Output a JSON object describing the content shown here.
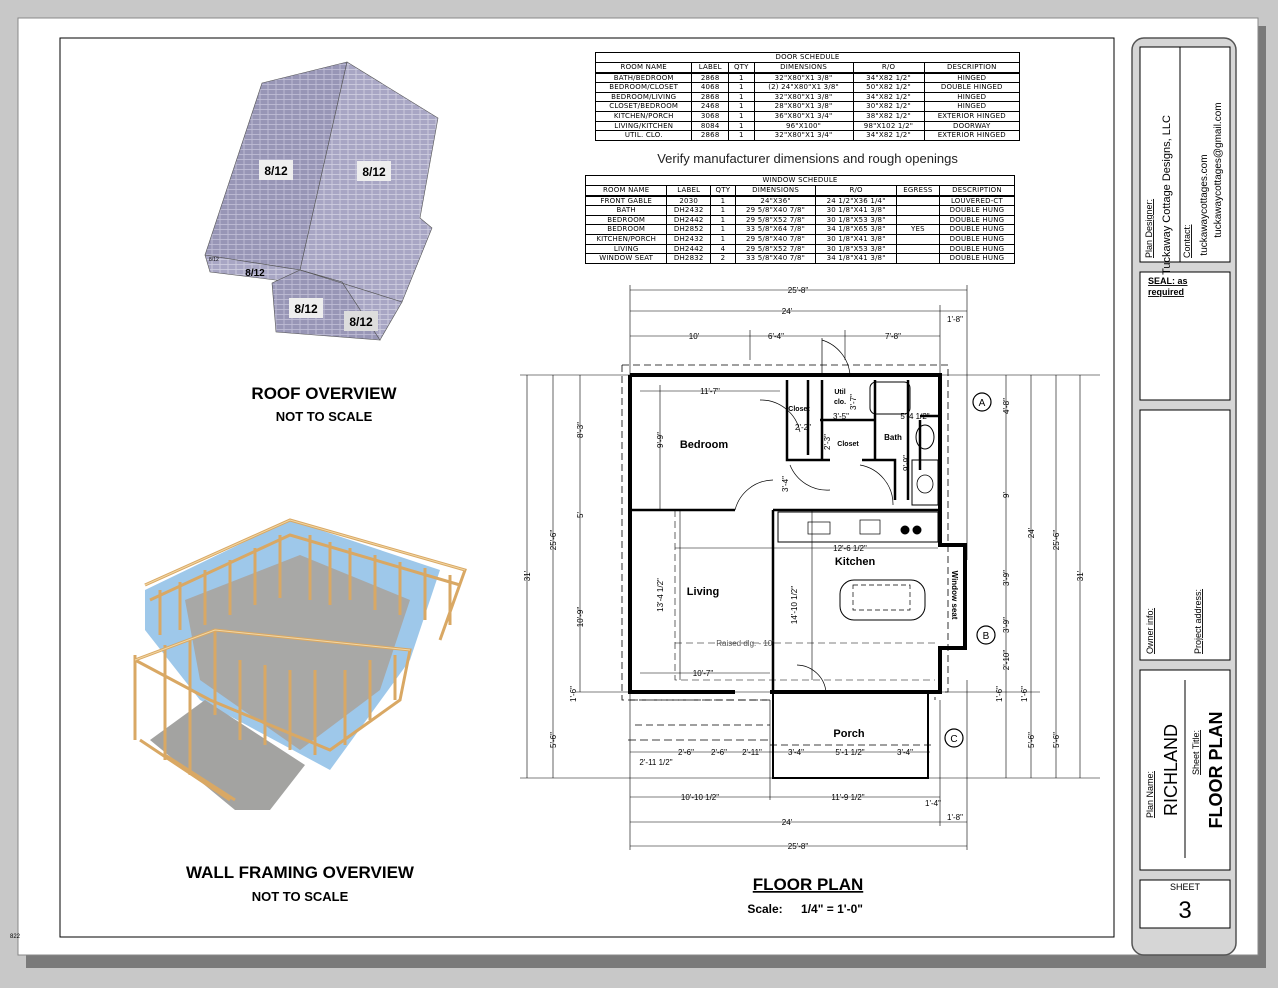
{
  "door_schedule": {
    "title": "DOOR SCHEDULE",
    "columns": [
      "ROOM NAME",
      "LABEL",
      "QTY",
      "DIMENSIONS",
      "R/O",
      "DESCRIPTION"
    ],
    "rows": [
      [
        "BATH/BEDROOM",
        "2868",
        "1",
        "32\"X80\"X1 3/8\"",
        "34\"X82 1/2\"",
        "HINGED"
      ],
      [
        "BEDROOM/CLOSET",
        "4068",
        "1",
        "(2) 24\"X80\"X1 3/8\"",
        "50\"X82 1/2\"",
        "DOUBLE HINGED"
      ],
      [
        "BEDROOM/LIVING",
        "2868",
        "1",
        "32\"X80\"X1 3/8\"",
        "34\"X82 1/2\"",
        "HINGED"
      ],
      [
        "CLOSET/BEDROOM",
        "2468",
        "1",
        "28\"X80\"X1 3/8\"",
        "30\"X82 1/2\"",
        "HINGED"
      ],
      [
        "KITCHEN/PORCH",
        "3068",
        "1",
        "36\"X80\"X1 3/4\"",
        "38\"X82 1/2\"",
        "EXTERIOR HINGED"
      ],
      [
        "LIVING/KITCHEN",
        "8084",
        "1",
        "96\"X100\"",
        "98\"X102 1/2\"",
        "DOORWAY"
      ],
      [
        "UTIL. CLO.",
        "2868",
        "1",
        "32\"X80\"X1 3/4\"",
        "34\"X82 1/2\"",
        "EXTERIOR HINGED"
      ]
    ]
  },
  "verify_note": "Verify manufacturer dimensions and rough openings",
  "window_schedule": {
    "title": "WINDOW SCHEDULE",
    "columns": [
      "ROOM NAME",
      "LABEL",
      "QTY",
      "DIMENSIONS",
      "R/O",
      "EGRESS",
      "DESCRIPTION"
    ],
    "rows": [
      [
        "FRONT GABLE",
        "2030",
        "1",
        "24\"X36\"",
        "24 1/2\"X36 1/4\"",
        "",
        "LOUVERED-CT"
      ],
      [
        "BATH",
        "DH2432",
        "1",
        "29 5/8\"X40 7/8\"",
        "30 1/8\"X41 3/8\"",
        "",
        "DOUBLE HUNG"
      ],
      [
        "BEDROOM",
        "DH2442",
        "1",
        "29 5/8\"X52 7/8\"",
        "30 1/8\"X53 3/8\"",
        "",
        "DOUBLE HUNG"
      ],
      [
        "BEDROOM",
        "DH2852",
        "1",
        "33 5/8\"X64 7/8\"",
        "34 1/8\"X65 3/8\"",
        "YES",
        "DOUBLE HUNG"
      ],
      [
        "KITCHEN/PORCH",
        "DH2432",
        "1",
        "29 5/8\"X40 7/8\"",
        "30 1/8\"X41 3/8\"",
        "",
        "DOUBLE HUNG"
      ],
      [
        "LIVING",
        "DH2442",
        "4",
        "29 5/8\"X52 7/8\"",
        "30 1/8\"X53 3/8\"",
        "",
        "DOUBLE HUNG"
      ],
      [
        "WINDOW SEAT",
        "DH2832",
        "2",
        "33 5/8\"X40 7/8\"",
        "34 1/8\"X41 3/8\"",
        "",
        "DOUBLE HUNG"
      ]
    ]
  },
  "roof": {
    "title": "ROOF OVERVIEW",
    "subtitle": "NOT TO SCALE",
    "pitch_labels": [
      "8/12",
      "8/12",
      "8/12",
      "8/12",
      "8/12",
      "8/12"
    ]
  },
  "framing": {
    "title": "WALL FRAMING OVERVIEW",
    "subtitle": "NOT TO SCALE"
  },
  "floor_plan": {
    "title": "FLOOR PLAN",
    "scale_label": "Scale:",
    "scale_value": "1/4\" = 1'-0\"",
    "rooms": {
      "bedroom": "Bedroom",
      "closet1": "Closet",
      "util": "Util",
      "util2": "clo.",
      "closet2": "Closet",
      "bath": "Bath",
      "kitchen": "Kitchen",
      "living": "Living",
      "porch": "Porch",
      "window_seat": "Window seat",
      "raised": "Raised dlg. - 10'"
    },
    "markers": [
      "A",
      "B",
      "C"
    ],
    "dims": {
      "top_overall": "25'-8\"",
      "top_24": "24'",
      "top_1_8": "1'-8\"",
      "top_10": "10'",
      "top_6_4": "6'-4\"",
      "top_7_8": "7'-8\"",
      "bot_10_10": "10'-10 1/2\"",
      "bot_11_9": "11'-9 1/2\"",
      "bot_1_4": "1'-4\"",
      "bot_24": "24'",
      "bot_1_8": "1'-8\"",
      "bot_overall": "25'-8\"",
      "l_31": "31'",
      "l_25_6": "25'-6\"",
      "l_5_6": "5'-6\"",
      "l_8_3": "8'-3\"",
      "l_5": "5'",
      "l_10_9": "10'-9\"",
      "l_1_6": "1'-6\"",
      "r_4_8": "4'-8\"",
      "r_9": "9'",
      "r_3_9a": "3'-9\"",
      "r_3_9b": "3'-9\"",
      "r_2_10": "2'-10\"",
      "r_1_6a": "1'-6\"",
      "r_24": "24'",
      "r_1_6b": "1'-6\"",
      "r_5_6a": "5'-6\"",
      "r_25_6": "25'-6\"",
      "r_5_6b": "5'-6\"",
      "r_31": "31'",
      "i_11_7": "11'-7\"",
      "i_9_9a": "9'-9\"",
      "i_2_2": "2'-2\"",
      "i_3_5": "3'-5\"",
      "i_5_4": "5'-4 1/2\"",
      "i_3_7": "3'-7\"",
      "i_2_3": "2'-3\"",
      "i_3_4": "3'-4\"",
      "i_9_9b": "9'-9\"",
      "i_12_6": "12'-6 1/2\"",
      "i_13_4": "13'-4 1/2\"",
      "i_14_10": "14'-10 1/2\"",
      "i_10_7": "10'-7\"",
      "p_2_11h": "2'-11 1/2\"",
      "p_2_6a": "2'-6\"",
      "p_2_6b": "2'-6\"",
      "p_2_11": "2'-11\"",
      "p_3_4a": "3'-4\"",
      "p_5_1": "5'-1 1/2\"",
      "p_3_4b": "3'-4\""
    }
  },
  "title_block": {
    "designer_label": "Plan Designer:",
    "designer": "Tuckaway Cottage Designs, LLC",
    "contact_label": "Contact:",
    "website": "tuckawaycottages.com",
    "email": "tuckawaycottages@gmail.com",
    "seal_line1": "SEAL:  as",
    "seal_line2": "required",
    "owner_label": "Owner info:",
    "address_label": "Project address:",
    "plan_name_label": "Plan Name:",
    "plan_name": "RICHLAND",
    "sheet_title_label": "Sheet Title:",
    "sheet_title": "FLOOR PLAN",
    "sheet_label": "SHEET",
    "sheet_number": "3"
  },
  "corner_code": "822"
}
